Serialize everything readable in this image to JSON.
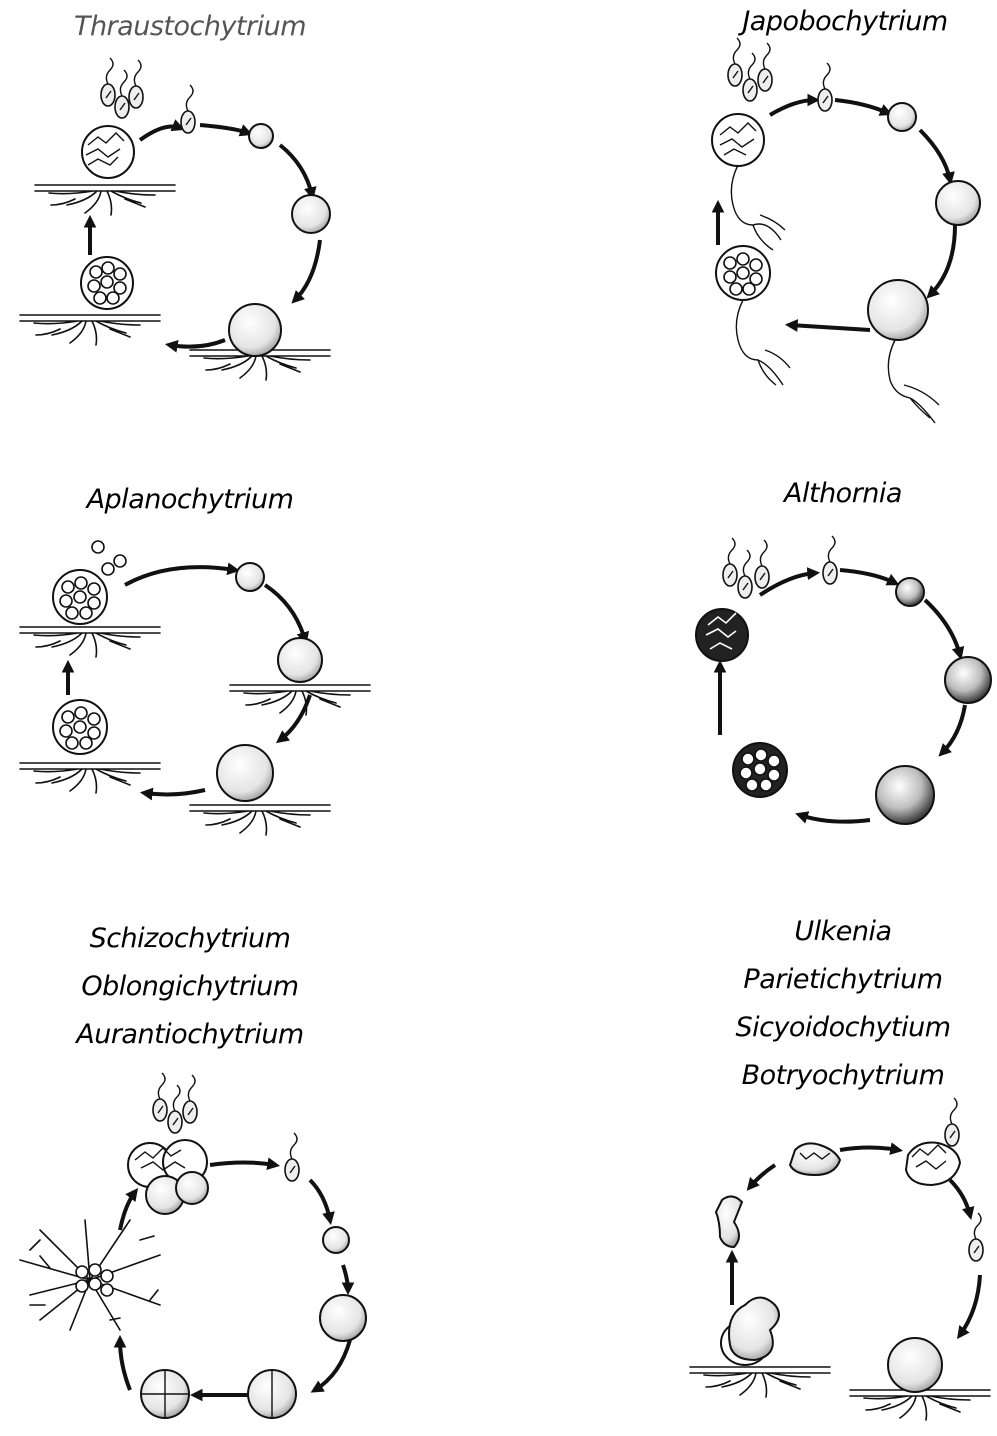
{
  "panels": [
    {
      "id": "thraustochytrium",
      "labels": [
        "Thraustochytrium"
      ]
    },
    {
      "id": "japonochytrium",
      "labels": [
        "Japobochytrium"
      ]
    },
    {
      "id": "aplanochytrium",
      "labels": [
        "Aplanochytrium"
      ]
    },
    {
      "id": "althornia",
      "labels": [
        "Althornia"
      ]
    },
    {
      "id": "schizochytrium-group",
      "labels": [
        "Schizochytrium",
        "Oblongichytrium",
        "Aurantiochytrium"
      ]
    },
    {
      "id": "ulkenia-group",
      "labels": [
        "Ulkenia",
        "Parietichytrium",
        "Sicyoidochytium",
        "Botryochytrium"
      ]
    }
  ]
}
